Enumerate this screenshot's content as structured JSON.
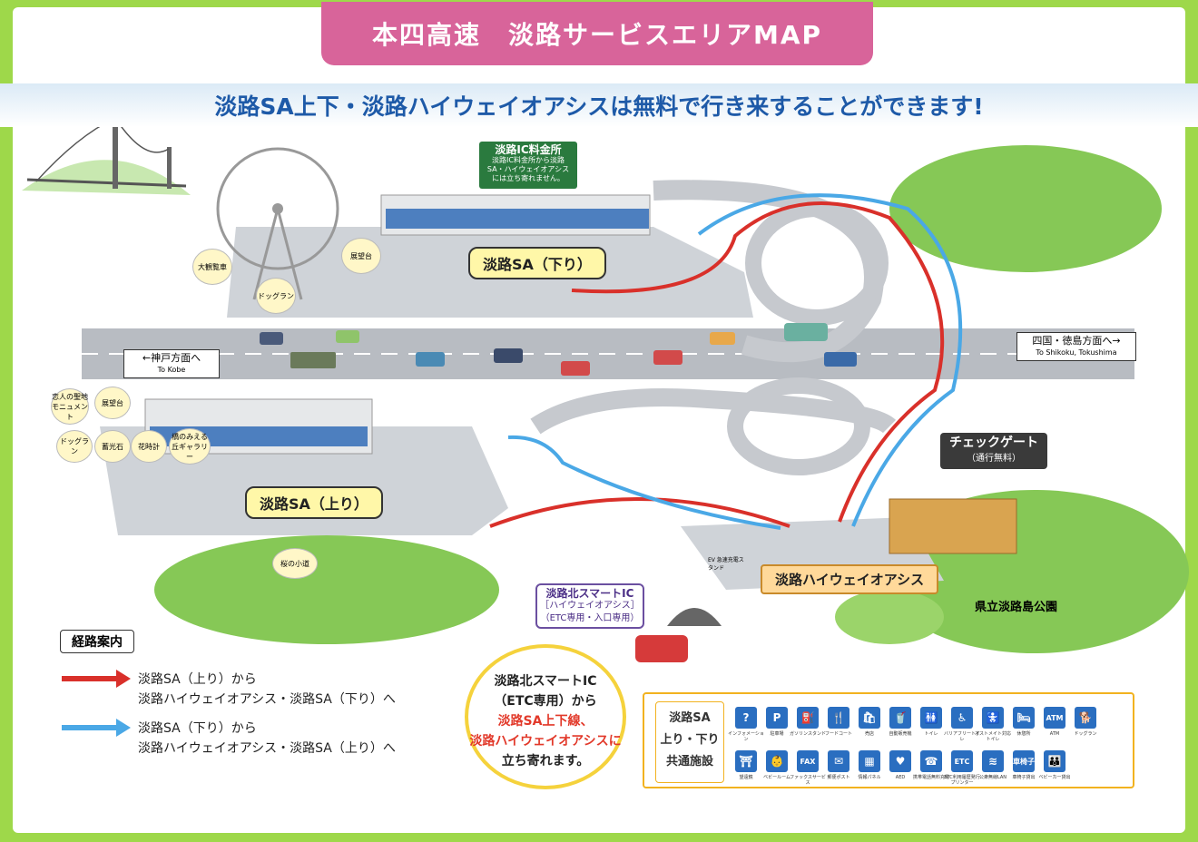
{
  "header": {
    "title": "本四高速　淡路サービスエリアMAP",
    "headline": "淡路SA上下・淡路ハイウェイオアシスは無料で行き来することができます!"
  },
  "map_labels": {
    "sa_down": "淡路SA（下り）",
    "sa_up": "淡路SA（上り）",
    "oasis": "淡路ハイウェイオアシス",
    "kobe_sign": "←神戸方面へ",
    "kobe_en": "To Kobe",
    "shikoku_sign": "四国・徳島方面へ→",
    "shikoku_en": "To Shikoku, Tokushima",
    "toll_title": "淡路IC料金所",
    "toll_note": "淡路IC料金所から淡路SA・ハイウェイオアシスには立ち寄れません。",
    "gate_title": "チェックゲート",
    "gate_sub": "（通行無料）",
    "smart_ic_title": "淡路北スマートIC",
    "smart_ic_sub1": "［ハイウェイオアシス］",
    "smart_ic_sub2": "（ETC専用・入口専用）",
    "park": "県立淡路島公園",
    "sakura": "桜の小道",
    "ev": "EV 急速充電スタンド",
    "ferris": "大観覧車",
    "observatory_down": "展望台",
    "dogrun_down": "ドッグラン",
    "lovers": "恋人の聖地モニュメント",
    "observatory_up": "展望台",
    "dogrun_up": "ドッグラン",
    "zhuguang": "蓄光石",
    "flowerclock": "花時計",
    "gallery": "橋のみえる丘ギャラリー"
  },
  "legend": {
    "title": "経路案内",
    "red_line1": "淡路SA（上り）から",
    "red_line2": "淡路ハイウェイオアシス・淡路SA（下り）へ",
    "blue_line1": "淡路SA（下り）から",
    "blue_line2": "淡路ハイウェイオアシス・淡路SA（上り）へ",
    "red_color": "#d9302a",
    "blue_color": "#4aa8e6"
  },
  "callout": {
    "line1": "淡路北スマートIC",
    "line2": "（ETC専用）から",
    "line3": "淡路SA上下線、",
    "line4": "淡路ハイウェイオアシスに",
    "line5": "立ち寄れます。"
  },
  "facilities": {
    "title_line1": "淡路SA",
    "title_line2": "上り・下り",
    "title_line3": "共通施設",
    "items": [
      {
        "glyph": "?",
        "caption": "インフォメーション"
      },
      {
        "glyph": "P",
        "caption": "駐車場"
      },
      {
        "glyph": "⛽",
        "caption": "ガソリンスタンド"
      },
      {
        "glyph": "🍴",
        "caption": "フードコート"
      },
      {
        "glyph": "🛍",
        "caption": "売店"
      },
      {
        "glyph": "🥤",
        "caption": "自動販売機"
      },
      {
        "glyph": "🚻",
        "caption": "トイレ"
      },
      {
        "glyph": "♿",
        "caption": "バリアフリートイレ"
      },
      {
        "glyph": "🚼",
        "caption": "オストメイト対応トイレ"
      },
      {
        "glyph": "🛏",
        "caption": "休憩所"
      },
      {
        "glyph": "ATM",
        "caption": "ATM"
      },
      {
        "glyph": "🐕",
        "caption": "ドッグラン"
      },
      {
        "glyph": "⛩",
        "caption": "望遠鏡"
      },
      {
        "glyph": "👶",
        "caption": "ベビールーム"
      },
      {
        "glyph": "FAX",
        "caption": "ファックスサービス"
      },
      {
        "glyph": "✉",
        "caption": "郵便ポスト"
      },
      {
        "glyph": "▦",
        "caption": "情報パネル"
      },
      {
        "glyph": "♥",
        "caption": "AED"
      },
      {
        "glyph": "☎",
        "caption": "携帯電話無料充電"
      },
      {
        "glyph": "ETC",
        "caption": "ETC利用履歴発行プリンター"
      },
      {
        "glyph": "≋",
        "caption": "公衆無線LAN"
      },
      {
        "glyph": "車椅子",
        "caption": "車椅子貸出"
      },
      {
        "glyph": "👪",
        "caption": "ベビーカー貸出"
      }
    ]
  },
  "colors": {
    "title_bg": "#d8649a",
    "headline_text": "#1e5aa8",
    "frame_green": "#9ed84a",
    "road": "#b8bcc2",
    "grass": "#7cc24a"
  }
}
